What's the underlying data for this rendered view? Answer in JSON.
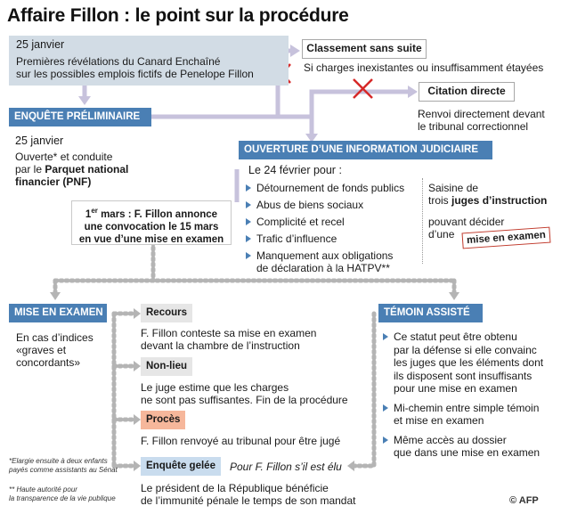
{
  "title": "Affaire Fillon : le point sur la procédure",
  "top": {
    "date": "25 janvier",
    "line1": "Premières révélations du Canard Enchaîné",
    "line2": "sur les possibles emplois fictifs de Penelope Fillon"
  },
  "classement": {
    "label": "Classement sans suite",
    "desc": "Si charges inexistantes ou insuffisamment étayées"
  },
  "citation": {
    "label": "Citation directe",
    "desc1": "Renvoi directement devant",
    "desc2": "le tribunal correctionnel"
  },
  "enquete": {
    "header": "ENQUÊTE PRÉLIMINAIRE",
    "date": "25 janvier",
    "line1": "Ouverte* et conduite",
    "line2_prefix": "par le ",
    "line2_bold": "Parquet national",
    "line3": "financier (PNF)"
  },
  "information": {
    "header": "OUVERTURE D’UNE INFORMATION JUDICIAIRE",
    "date": "Le 24 février pour :",
    "items": [
      "Détournement de fonds publics",
      "Abus de biens sociaux",
      "Complicité et recel",
      "Trafic d’influence",
      "Manquement aux obligations",
      "de déclaration à la HATPV**"
    ],
    "saisine1": "Saisine de",
    "saisine2_prefix": "trois ",
    "saisine2_bold": "juges d’instruction",
    "decider1": "pouvant décider",
    "decider2": "d’une",
    "stamp": "mise en examen"
  },
  "callout": {
    "line1_sup": "er",
    "line1_pre": "1",
    "line1_rest": " mars : F. Fillon annonce",
    "line2": "une convocation le 15 mars",
    "line3": "en vue d’une mise en examen"
  },
  "mise": {
    "header": "MISE EN EXAMEN",
    "line1": "En cas d’indices",
    "line2": "«graves et",
    "line3": "concordants»"
  },
  "outcomes": {
    "recours": {
      "label": "Recours",
      "line1": "F. Fillon conteste sa mise en examen",
      "line2": "devant la chambre de l’instruction"
    },
    "nonlieu": {
      "label": "Non-lieu",
      "line1": "Le juge estime que les charges",
      "line2": "ne sont pas suffisantes. Fin de la procédure"
    },
    "proces": {
      "label": "Procès",
      "line1": "F. Fillon renvoyé au tribunal pour être jugé"
    },
    "gelee": {
      "label": "Enquête gelée",
      "aside": "Pour F. Fillon s’il est élu",
      "line1": "Le président de la République bénéficie",
      "line2": "de l’immunité pénale le temps de son mandat"
    }
  },
  "temoin": {
    "header": "TÉMOIN ASSISTÉ",
    "b1": [
      "Ce statut peut être obtenu",
      "par la défense si elle convainc",
      "les juges que les éléments dont",
      "ils disposent sont insuffisants",
      "pour une mise en examen"
    ],
    "b2": [
      "Mi-chemin entre simple témoin",
      "et mise en examen"
    ],
    "b3": [
      "Même accès au dossier",
      "que dans une mise en examen"
    ]
  },
  "footnotes": {
    "f1a": "*Elargie ensuite à deux enfants",
    "f1b": "payés comme assistants au Sénat",
    "f2a": "** Haute autorité pour",
    "f2b": "la transparence de la vie publique"
  },
  "credit": "© AFP",
  "colors": {
    "header_blue": "#4a7fb4",
    "top_box": "#d2dce5",
    "connector": "#c7c2dc",
    "dotted": "#b4b4b4",
    "cross_red": "#d62828",
    "proces_bg": "#f6b79b",
    "gelee_bg": "#c9dcee"
  }
}
